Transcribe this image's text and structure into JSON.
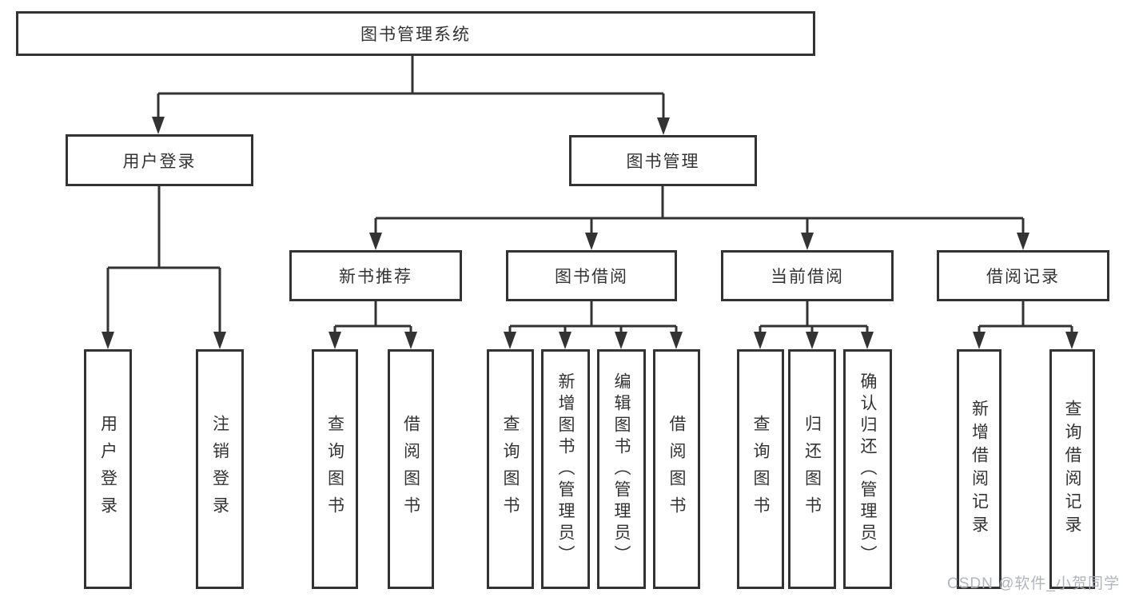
{
  "colors": {
    "line": "#333333",
    "box_border": "#333333",
    "box_fill": "#ffffff",
    "text": "#333333",
    "watermark": "#acb1b8"
  },
  "watermark": {
    "text": "CSDN @软件_小贺同学"
  },
  "tree": {
    "label": "图书管理系统",
    "children": [
      {
        "label": "用户登录",
        "children": [
          {
            "label": "用户登录"
          },
          {
            "label": "注销登录"
          }
        ]
      },
      {
        "label": "图书管理",
        "children": [
          {
            "label": "新书推荐",
            "children": [
              {
                "label": "查询图书"
              },
              {
                "label": "借阅图书"
              }
            ]
          },
          {
            "label": "图书借阅",
            "children": [
              {
                "label": "查询图书"
              },
              {
                "label": "新增图书（管理员）"
              },
              {
                "label": "编辑图书（管理员）"
              },
              {
                "label": "借阅图书"
              }
            ]
          },
          {
            "label": "当前借阅",
            "children": [
              {
                "label": "查询图书"
              },
              {
                "label": "归还图书"
              },
              {
                "label": "确认归还（管理员）"
              }
            ]
          },
          {
            "label": "借阅记录",
            "children": [
              {
                "label": "新增借阅记录"
              },
              {
                "label": "查询借阅记录"
              }
            ]
          }
        ]
      }
    ]
  }
}
